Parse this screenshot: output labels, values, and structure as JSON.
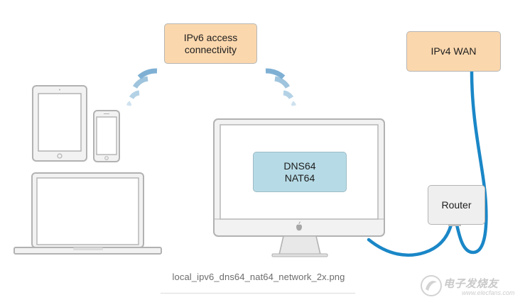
{
  "diagram": {
    "ipv6_box": {
      "line1": "IPv6 access",
      "line2": "connectivity"
    },
    "wan_box": {
      "label": "IPv4 WAN"
    },
    "dns_box": {
      "line1": "DNS64",
      "line2": "NAT64"
    },
    "router_box": {
      "label": "Router"
    },
    "caption": "local_ipv6_dns64_nat64_network_2x.png",
    "watermark": {
      "text": "电子发烧友",
      "sub": "www.elecfans.com"
    }
  },
  "colors": {
    "cable": "#1a87c7",
    "wifi_light": "#a9cbe2",
    "wifi_dark": "#7fb0d4",
    "device_outline": "#b2b2b2",
    "device_fill": "#f2f2f2",
    "peach": "#fbd7ad",
    "blue_box": "#b7dbe6"
  }
}
